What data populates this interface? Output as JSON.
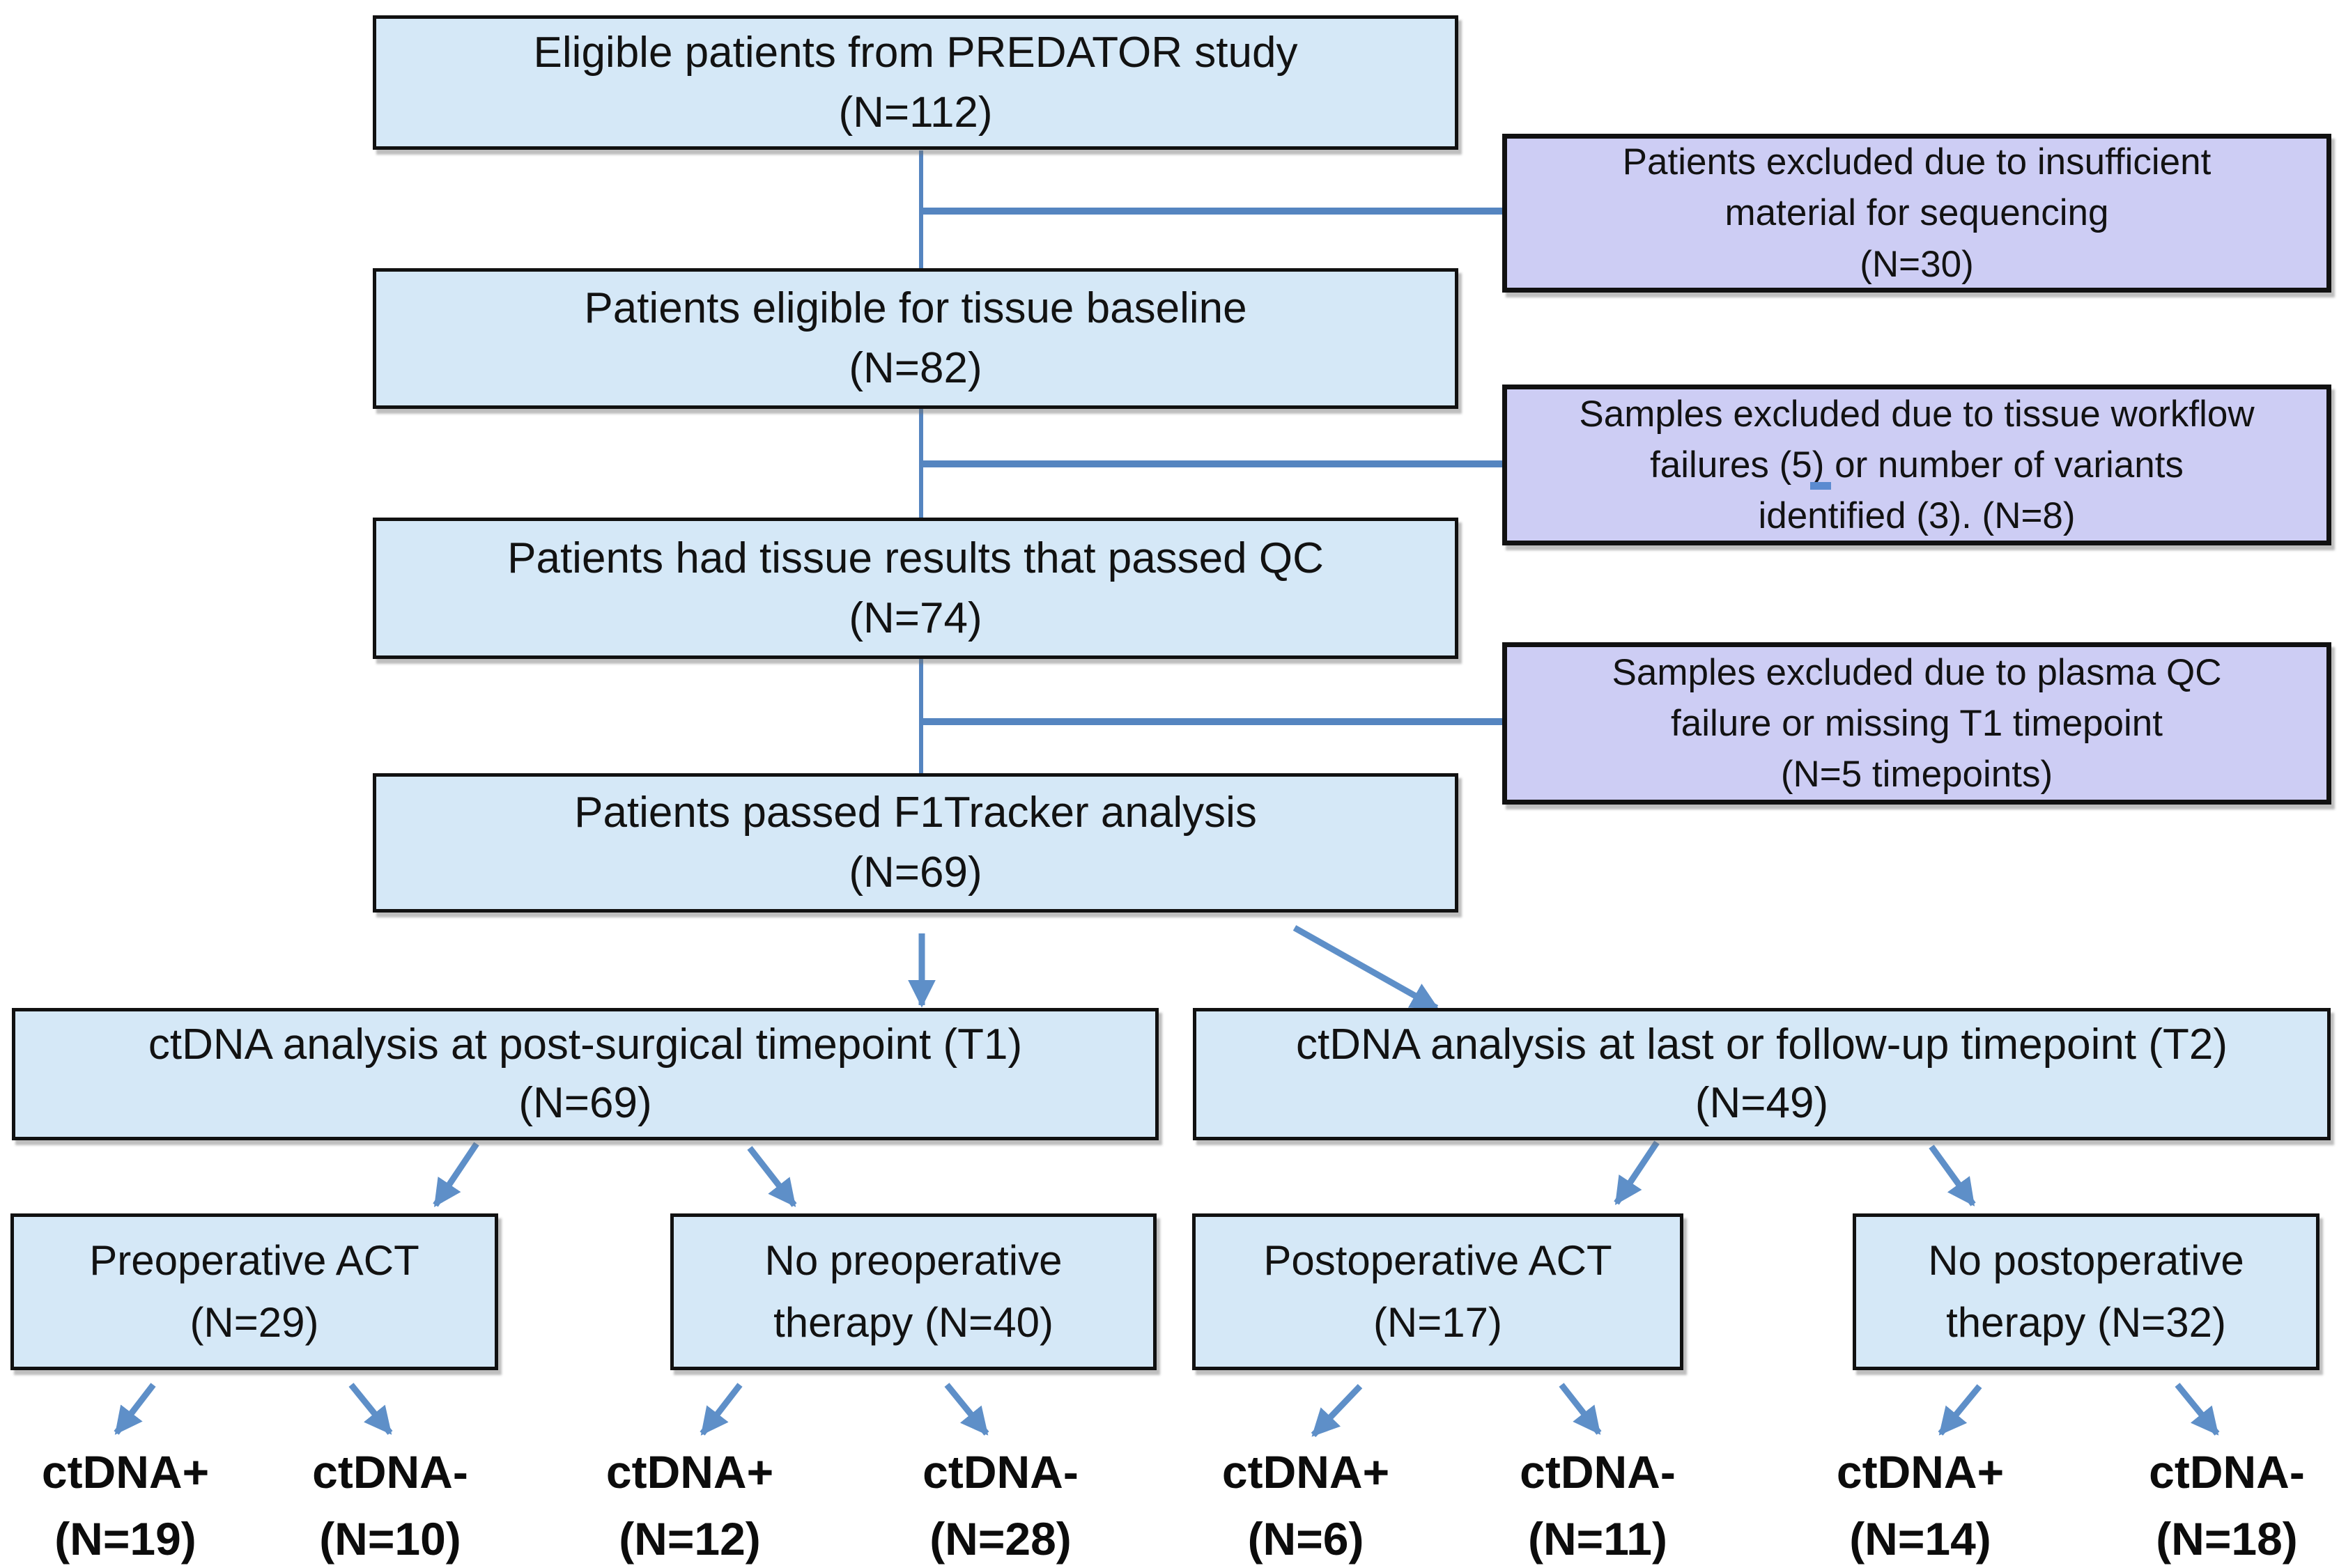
{
  "colors": {
    "box_fill_blue": "#d5e8f7",
    "box_fill_purple": "#cdcdf4",
    "box_border": "#111111",
    "connector_blue": "#5585c0",
    "arrow_blue": "#5e8fc8",
    "text": "#121212"
  },
  "flow": {
    "main": [
      {
        "lines": [
          "Eligible patients from PREDATOR study",
          "(N=112)"
        ]
      },
      {
        "lines": [
          "Patients eligible for tissue baseline",
          "(N=82)"
        ]
      },
      {
        "lines": [
          "Patients had tissue results that passed QC",
          "(N=74)"
        ]
      },
      {
        "lines": [
          "Patients passed F1Tracker analysis",
          "(N=69)"
        ]
      }
    ],
    "exclusions": [
      {
        "lines": [
          "Patients excluded due to insufficient",
          "material for sequencing",
          "(N=30)"
        ]
      },
      {
        "lines": [
          "Samples excluded due to tissue workflow",
          "failures (5) or number of variants",
          "identified (3). (N=8)"
        ]
      },
      {
        "lines": [
          "Samples excluded due to plasma QC",
          "failure or missing T1 timepoint",
          "(N=5 timepoints)"
        ]
      }
    ],
    "timepoints": [
      {
        "lines": [
          "ctDNA analysis at post-surgical timepoint (T1)",
          "(N=69)"
        ]
      },
      {
        "lines": [
          "ctDNA analysis at last or follow-up timepoint (T2)",
          "(N=49)"
        ]
      }
    ],
    "therapy": [
      {
        "lines": [
          "Preoperative ACT",
          "(N=29)"
        ]
      },
      {
        "lines": [
          "No preoperative",
          "therapy (N=40)"
        ]
      },
      {
        "lines": [
          "Postoperative ACT",
          "(N=17)"
        ]
      },
      {
        "lines": [
          "No postoperative",
          "therapy (N=32)"
        ]
      }
    ],
    "outcomes": [
      {
        "lines": [
          "ctDNA+",
          "(N=19)"
        ]
      },
      {
        "lines": [
          "ctDNA-",
          "(N=10)"
        ]
      },
      {
        "lines": [
          "ctDNA+",
          "(N=12)"
        ]
      },
      {
        "lines": [
          "ctDNA-",
          "(N=28)"
        ]
      },
      {
        "lines": [
          "ctDNA+",
          "(N=6)"
        ]
      },
      {
        "lines": [
          "ctDNA-",
          "(N=11)"
        ]
      },
      {
        "lines": [
          "ctDNA+",
          "(N=14)"
        ]
      },
      {
        "lines": [
          "ctDNA-",
          "(N=18)"
        ]
      }
    ]
  }
}
